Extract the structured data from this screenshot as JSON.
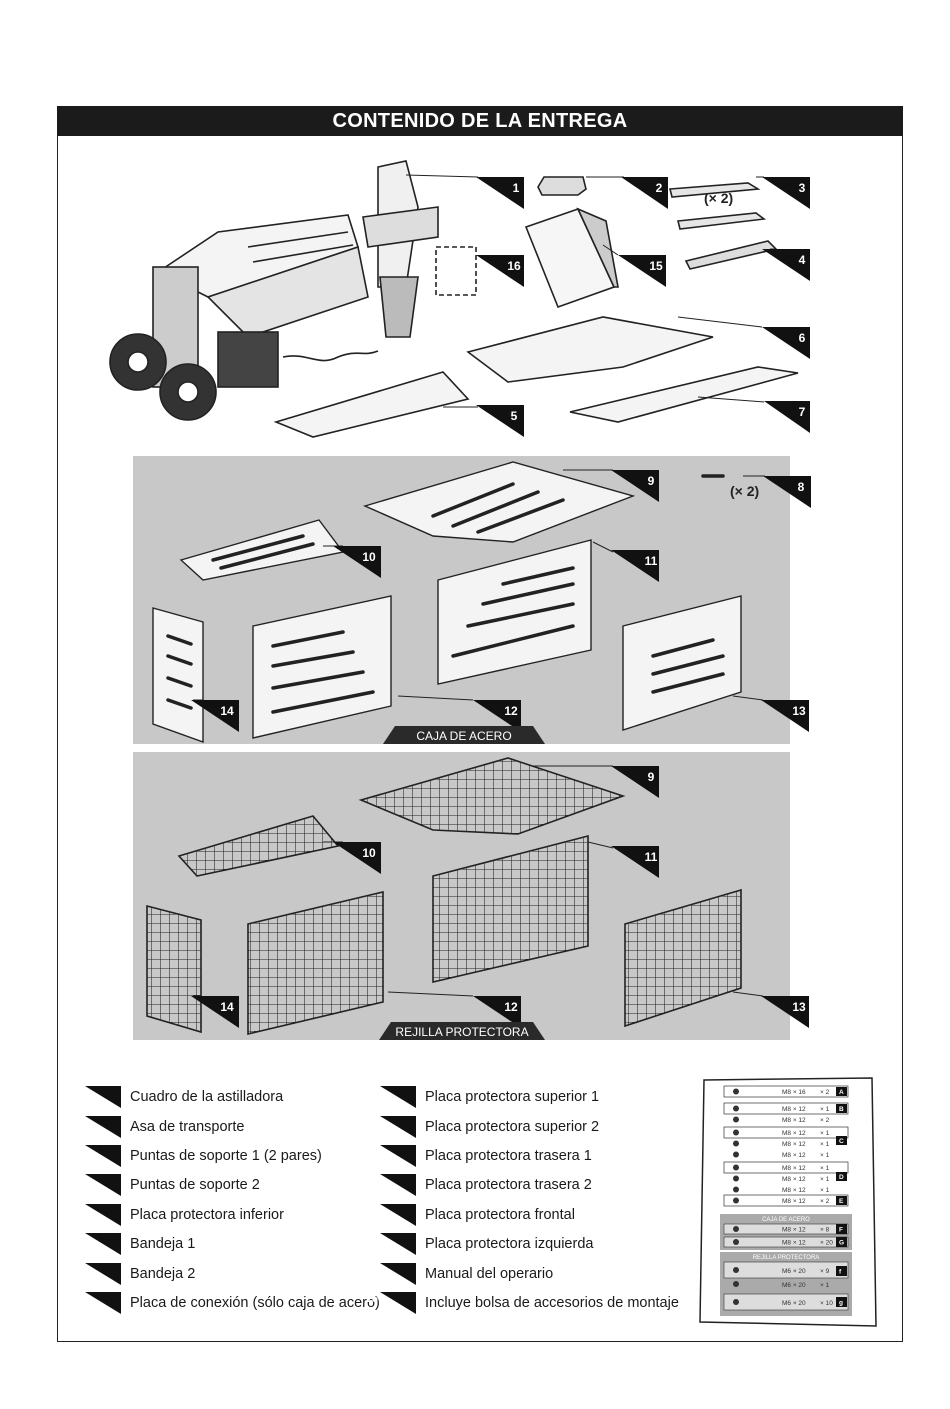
{
  "header": {
    "title": "CONTENIDO DE LA ENTREGA"
  },
  "callouts": [
    "1",
    "2",
    "3",
    "4",
    "5",
    "6",
    "7",
    "8",
    "9",
    "10",
    "11",
    "12",
    "13",
    "14",
    "15",
    "16"
  ],
  "qty_marks": {
    "part3": "(× 2)",
    "part8": "(× 2)"
  },
  "panels": {
    "steel": {
      "label": "CAJA DE ACERO",
      "callouts": [
        "9",
        "8",
        "10",
        "11",
        "14",
        "12",
        "13"
      ]
    },
    "grid": {
      "label": "REJILLA PROTECTORA",
      "callouts": [
        "9",
        "10",
        "11",
        "14",
        "12",
        "13"
      ]
    }
  },
  "legend": {
    "left": [
      {
        "num": "1",
        "text": "Cuadro de la astilladora"
      },
      {
        "num": "2",
        "text": "Asa de transporte"
      },
      {
        "num": "3",
        "text": "Puntas de soporte 1 (2 pares)"
      },
      {
        "num": "4",
        "text": "Puntas de soporte 2"
      },
      {
        "num": "5",
        "text": "Placa protectora inferior"
      },
      {
        "num": "6",
        "text": "Bandeja 1"
      },
      {
        "num": "7",
        "text": "Bandeja 2"
      },
      {
        "num": "8",
        "text": "Placa de conexión (sólo caja de acero)"
      }
    ],
    "right": [
      {
        "num": "9",
        "text": "Placa protectora superior 1"
      },
      {
        "num": "10",
        "text": "Placa protectora superior 2"
      },
      {
        "num": "11",
        "text": "Placa protectora trasera 1"
      },
      {
        "num": "12",
        "text": "Placa protectora trasera 2"
      },
      {
        "num": "13",
        "text": "Placa protectora frontal"
      },
      {
        "num": "14",
        "text": "Placa protectora izquierda"
      },
      {
        "num": "15",
        "text": "Manual del operario"
      },
      {
        "num": "16",
        "text": "Incluye bolsa de accesorios de montaje"
      }
    ]
  },
  "bag": {
    "rows": [
      {
        "size": "M8 × 16",
        "qty": "× 2",
        "group": "A"
      },
      {
        "size": "M8 × 12",
        "qty": "× 1",
        "group": "B"
      },
      {
        "size": "M8 × 12",
        "qty": "× 2",
        "group": ""
      },
      {
        "size": "M8 × 12",
        "qty": "× 1",
        "group": "C"
      },
      {
        "size": "M8 × 12",
        "qty": "× 1",
        "group": ""
      },
      {
        "size": "M8 × 12",
        "qty": "× 1",
        "group": ""
      },
      {
        "size": "M8 × 12",
        "qty": "× 1",
        "group": "D"
      },
      {
        "size": "M8 × 12",
        "qty": "× 1",
        "group": ""
      },
      {
        "size": "M8 × 12",
        "qty": "× 1",
        "group": ""
      },
      {
        "size": "M8 × 12",
        "qty": "× 2",
        "group": "E"
      }
    ],
    "steel_label": "CAJA DE ACERO",
    "steel_rows": [
      {
        "size": "M8 × 12",
        "qty": "× 8",
        "group": "F"
      },
      {
        "size": "M8 × 12",
        "qty": "× 20",
        "group": "G"
      }
    ],
    "grid_label": "REJILLA PROTECTORA",
    "grid_rows": [
      {
        "size": "M6 × 20",
        "qty": "× 9",
        "group": "f"
      },
      {
        "size": "M6 × 20",
        "qty": "× 1",
        "group": ""
      },
      {
        "size": "M6 × 20",
        "qty": "× 10",
        "group": "g"
      }
    ]
  }
}
